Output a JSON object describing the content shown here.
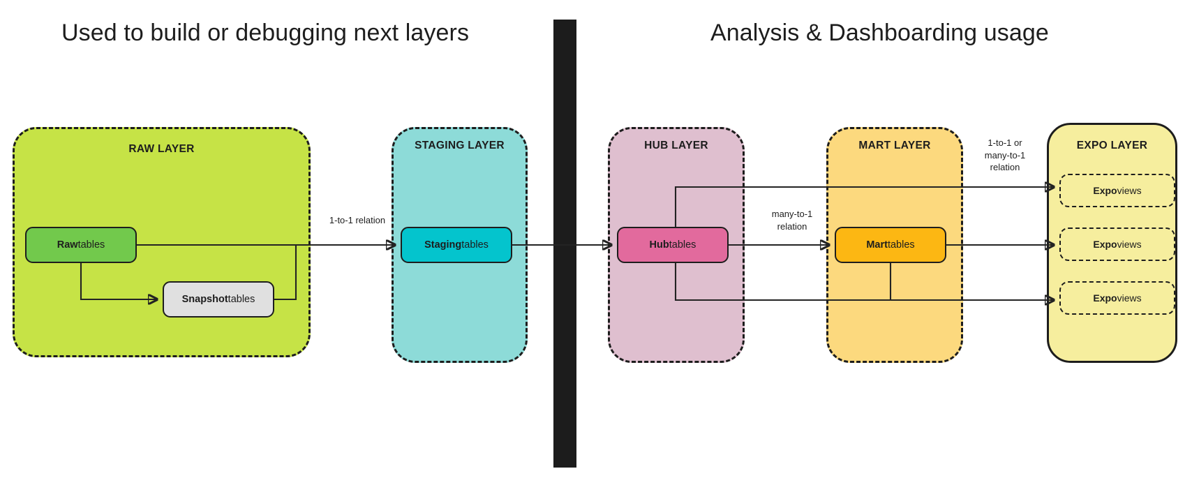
{
  "headings": {
    "left": "Used to build or debugging next layers",
    "right": "Analysis & Dashboarding usage"
  },
  "layers": [
    {
      "id": "raw",
      "title": "RAW LAYER",
      "border": "dashed",
      "fill": "#c6e346",
      "nodes": [
        {
          "id": "raw-tables",
          "strong": "Raw",
          "rest": " tables",
          "fill": "#72c94c"
        },
        {
          "id": "snapshot-tables",
          "strong": "Snapshot",
          "rest": " tables",
          "fill": "#e0e0e0"
        }
      ]
    },
    {
      "id": "staging",
      "title": "STAGING LAYER",
      "border": "dashed",
      "fill": "#8ddbd8",
      "nodes": [
        {
          "id": "staging-tables",
          "strong": "Staging",
          "rest": " tables",
          "fill": "#04c4cd"
        }
      ]
    },
    {
      "id": "hub",
      "title": "HUB LAYER",
      "border": "dashed",
      "fill": "#dfbfcf",
      "nodes": [
        {
          "id": "hub-tables",
          "strong": "Hub",
          "rest": " tables",
          "fill": "#e26a9d"
        }
      ]
    },
    {
      "id": "mart",
      "title": "MART LAYER",
      "border": "dashed",
      "fill": "#fcd97e",
      "nodes": [
        {
          "id": "mart-tables",
          "strong": "Mart",
          "rest": " tables",
          "fill": "#fcb713"
        }
      ]
    },
    {
      "id": "expo",
      "title": "EXPO LAYER",
      "border": "solid",
      "fill": "#f6ee9e",
      "nodes": [
        {
          "id": "expo-views-1",
          "strong": "Expo",
          "rest": " views",
          "fill": "transparent"
        },
        {
          "id": "expo-views-2",
          "strong": "Expo",
          "rest": " views",
          "fill": "transparent"
        },
        {
          "id": "expo-views-3",
          "strong": "Expo",
          "rest": " views",
          "fill": "transparent"
        }
      ]
    }
  ],
  "relations": [
    {
      "id": "raw-to-staging",
      "label": "1-to-1 relation"
    },
    {
      "id": "hub-to-mart",
      "label": "many-to-1\nrelation"
    },
    {
      "id": "mart-to-expo",
      "label": "1-to-1 or\nmany-to-1\nrelation"
    }
  ],
  "divider": {
    "color": "#1c1c1c"
  },
  "colors": {
    "outline": "#1d1d1d",
    "wire": "#232323",
    "background": "#ffffff"
  }
}
